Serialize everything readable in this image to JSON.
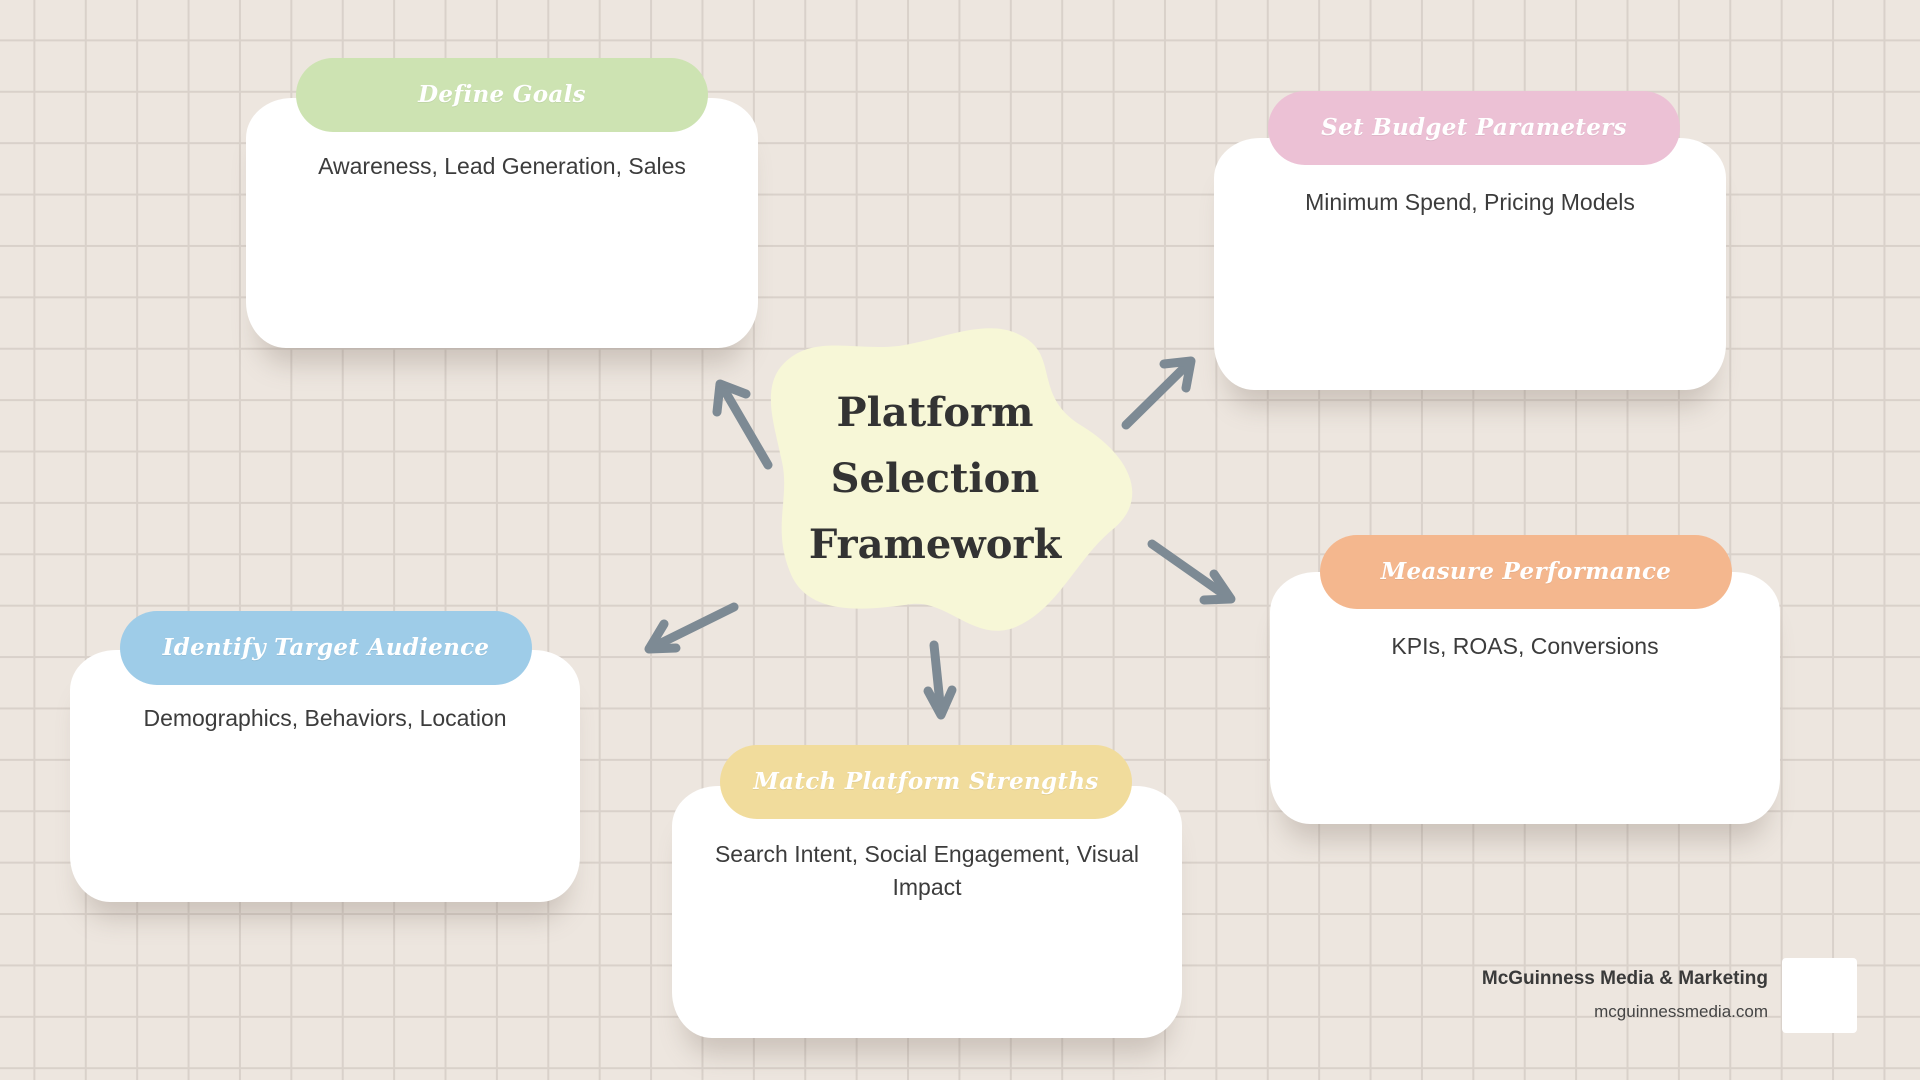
{
  "center": {
    "title_lines": [
      "Platform",
      "Selection",
      "Framework"
    ]
  },
  "nodes": [
    {
      "title": "Define Goals",
      "text": "Awareness, Lead Generation, Sales",
      "color": "#cde3b2"
    },
    {
      "title": "Set Budget Parameters",
      "text": "Minimum Spend, Pricing Models",
      "color": "#ecc1d5"
    },
    {
      "title": "Measure Performance",
      "text": "KPIs, ROAS, Conversions",
      "color": "#f4b78e"
    },
    {
      "title": "Match Platform Strengths",
      "text": "Search Intent, Social Engagement, Visual Impact",
      "color": "#f1dc9c"
    },
    {
      "title": "Identify Target Audience",
      "text": "Demographics, Behaviors, Location",
      "color": "#9ecce8"
    }
  ],
  "colors": {
    "background": "#ede6df",
    "grid": "#d9d1ca",
    "blob": "#f7f7d7",
    "arrow": "#7d8a94"
  },
  "footer": {
    "company": "McGuinness Media & Marketing",
    "url": "mcguinnessmedia.com"
  }
}
